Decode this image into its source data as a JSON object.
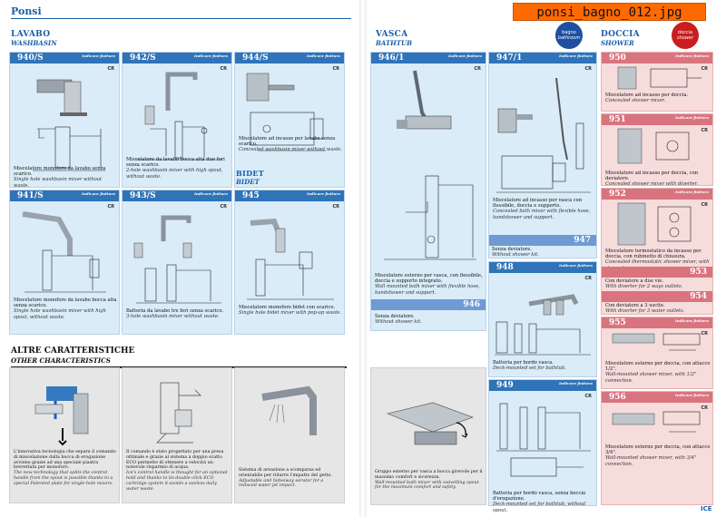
{
  "file_tag": "ponsi_bagno_012.jpg",
  "brand": "Ponsi",
  "page_number": "ICE",
  "left": {
    "section": {
      "title": "LAVABO",
      "subtitle": "WASHBASIN"
    },
    "bidet": {
      "title": "BIDET",
      "subtitle": "BIDET"
    },
    "products": [
      {
        "code": "940/S",
        "tag": "Indicare finitura",
        "cr": "CR",
        "desc_it": "Miscelatore monoforo da lavabo senza scarico.",
        "desc_en": "Single hole washbasin mixer without waste."
      },
      {
        "code": "942/S",
        "tag": "Indicare finitura",
        "cr": "CR",
        "desc_it": "Miscelatore da lavabo bocca alta due fori senza scarico.",
        "desc_en": "2-hole washbasin mixer with high spout, without waste."
      },
      {
        "code": "944/S",
        "tag": "Indicare finitura",
        "cr": "CR",
        "desc_it": "Miscelatore ad incasso per lavabo senza scarico.",
        "desc_en": "Concealed washbasin mixer without waste."
      },
      {
        "code": "941/S",
        "tag": "Indicare finitura",
        "cr": "CR",
        "desc_it": "Miscelatore monoforo da lavabo bocca alta senza scarico.",
        "desc_en": "Single hole washbasin mixer with high spout, without waste."
      },
      {
        "code": "943/S",
        "tag": "Indicare finitura",
        "cr": "CR",
        "desc_it": "Batteria da lavabo tre fori senza scarico.",
        "desc_en": "3-hole washbasin mixer without waste."
      },
      {
        "code": "945",
        "tag": "Indicare finitura",
        "cr": "CR",
        "desc_it": "Miscelatore monoforo bidet con scarico.",
        "desc_en": "Single hole bidet mixer with pop-up waste."
      }
    ],
    "other": {
      "title": "ALTRE CARATTERISTICHE",
      "subtitle": "OTHER CHARACTERISTICS",
      "panels": [
        {
          "text_it": "L'innovativa tecnologia che separa il comando di miscelazione dalla bocca di erogazione avviene grazie ad una speciale piastra brevettata per monoforo.",
          "text_en": "The new technology that splits the control handle from the spout is possible thanks to a special Patented plate for single-hole mixers."
        },
        {
          "text_it": "Il comando è stato progettato per una presa ottimale e grazie al sistema a doppio scatto ECO permette di ottenere a velocità un notevole risparmio di acqua.",
          "text_en": "Ice's control handle is thought for an optional hold and thanks to its double-click ECO cartridge system it avoids a useless daily water waste."
        },
        {
          "text_it": "Sistema di areazione a scomparsa ed orientabile per ridurre l'impatto del getto.",
          "text_en": "Adjustable and hideaway aerator for a reduced water jet impact."
        }
      ]
    }
  },
  "right": {
    "section_vasca": {
      "title": "VASCA",
      "subtitle": "BATHTUB"
    },
    "section_doccia": {
      "title": "DOCCIA",
      "subtitle": "SHOWER"
    },
    "badge_bagno": {
      "it": "bagno",
      "en": "bathroom",
      "color": "#1f4fa0"
    },
    "badge_doccia": {
      "it": "doccia",
      "en": "shower",
      "color": "#c81e1e"
    },
    "products": [
      {
        "code": "946/1",
        "tag": "Indicare finitura",
        "cr": "CR",
        "desc_it": "Miscelatore esterno per vasca, con flessibile, doccia e supporto integrato.",
        "desc_en": "Wall mounted bath mixer with flexible hose, handshower and support."
      },
      {
        "code": "946",
        "desc_it": "Senza deviatore.",
        "desc_en": "Without shower kit."
      },
      {
        "code": "947/1",
        "tag": "Indicare finitura",
        "cr": "CR",
        "desc_it": "Miscelatore ad incasso per vasca con flessibile, doccia e supporto.",
        "desc_en": "Concealed bath mixer with flexible hose, handshower and support."
      },
      {
        "code": "947",
        "desc_it": "Senza deviatore.",
        "desc_en": "Without shower kit."
      },
      {
        "code": "948",
        "tag": "Indicare finitura",
        "cr": "CR",
        "desc_it": "Batteria per bordo vasca.",
        "desc_en": "Deck-mounted set for bathtub."
      },
      {
        "code": "949",
        "tag": "Indicare finitura",
        "cr": "CR",
        "desc_it": "Batteria per bordo vasca, senza boccia d'erogazione.",
        "desc_en": "Deck-mounted set for bathtub, without spout."
      }
    ],
    "bath_note": {
      "text_it": "Gruppo esterno per vasca a bocca girevole per il massimo comfort e sicurezza.",
      "text_en": "Wall-mounted bath mixer with swivelling spout for the maximum comfort and safety."
    },
    "shower": [
      {
        "code": "950",
        "tag": "Indicare finitura",
        "cr": "CR",
        "desc_it": "Miscelatore ad incasso per doccia.",
        "desc_en": "Concealed shower mixer."
      },
      {
        "code": "951",
        "tag": "Indicare finitura",
        "cr": "CR",
        "desc_it": "Miscelatore ad incasso per doccia, con deviatore.",
        "desc_en": "Concealed shower mixer with diverter."
      },
      {
        "code": "952",
        "tag": "Indicare finitura",
        "cr": "CR",
        "desc_it": "Miscelatore termostatico da incasso per doccia, con rubinetto di chiusura.",
        "desc_en": "Concealed thermostatic shower mixer, with stop valve."
      },
      {
        "code": "953",
        "desc_it": "Con deviatore a due vie.",
        "desc_en": "With diverter for 2 ways outlets."
      },
      {
        "code": "954",
        "desc_it": "Con deviatore a 3 uscite.",
        "desc_en": "With diverter for 3 water outlets."
      },
      {
        "code": "955",
        "tag": "Indicare finitura",
        "cr": "CR",
        "desc_it": "Miscelatore esterno per doccia, con attacco 1/2\".",
        "desc_en": "Wall-mounted shower mixer, with 1/2\" connection."
      },
      {
        "code": "956",
        "tag": "Indicare finitura",
        "cr": "CR",
        "desc_it": "Miscelatore esterno per doccia, con attacco 3/4\".",
        "desc_en": "Wall-mounted shower mixer, with 3/4\" connection."
      }
    ]
  }
}
